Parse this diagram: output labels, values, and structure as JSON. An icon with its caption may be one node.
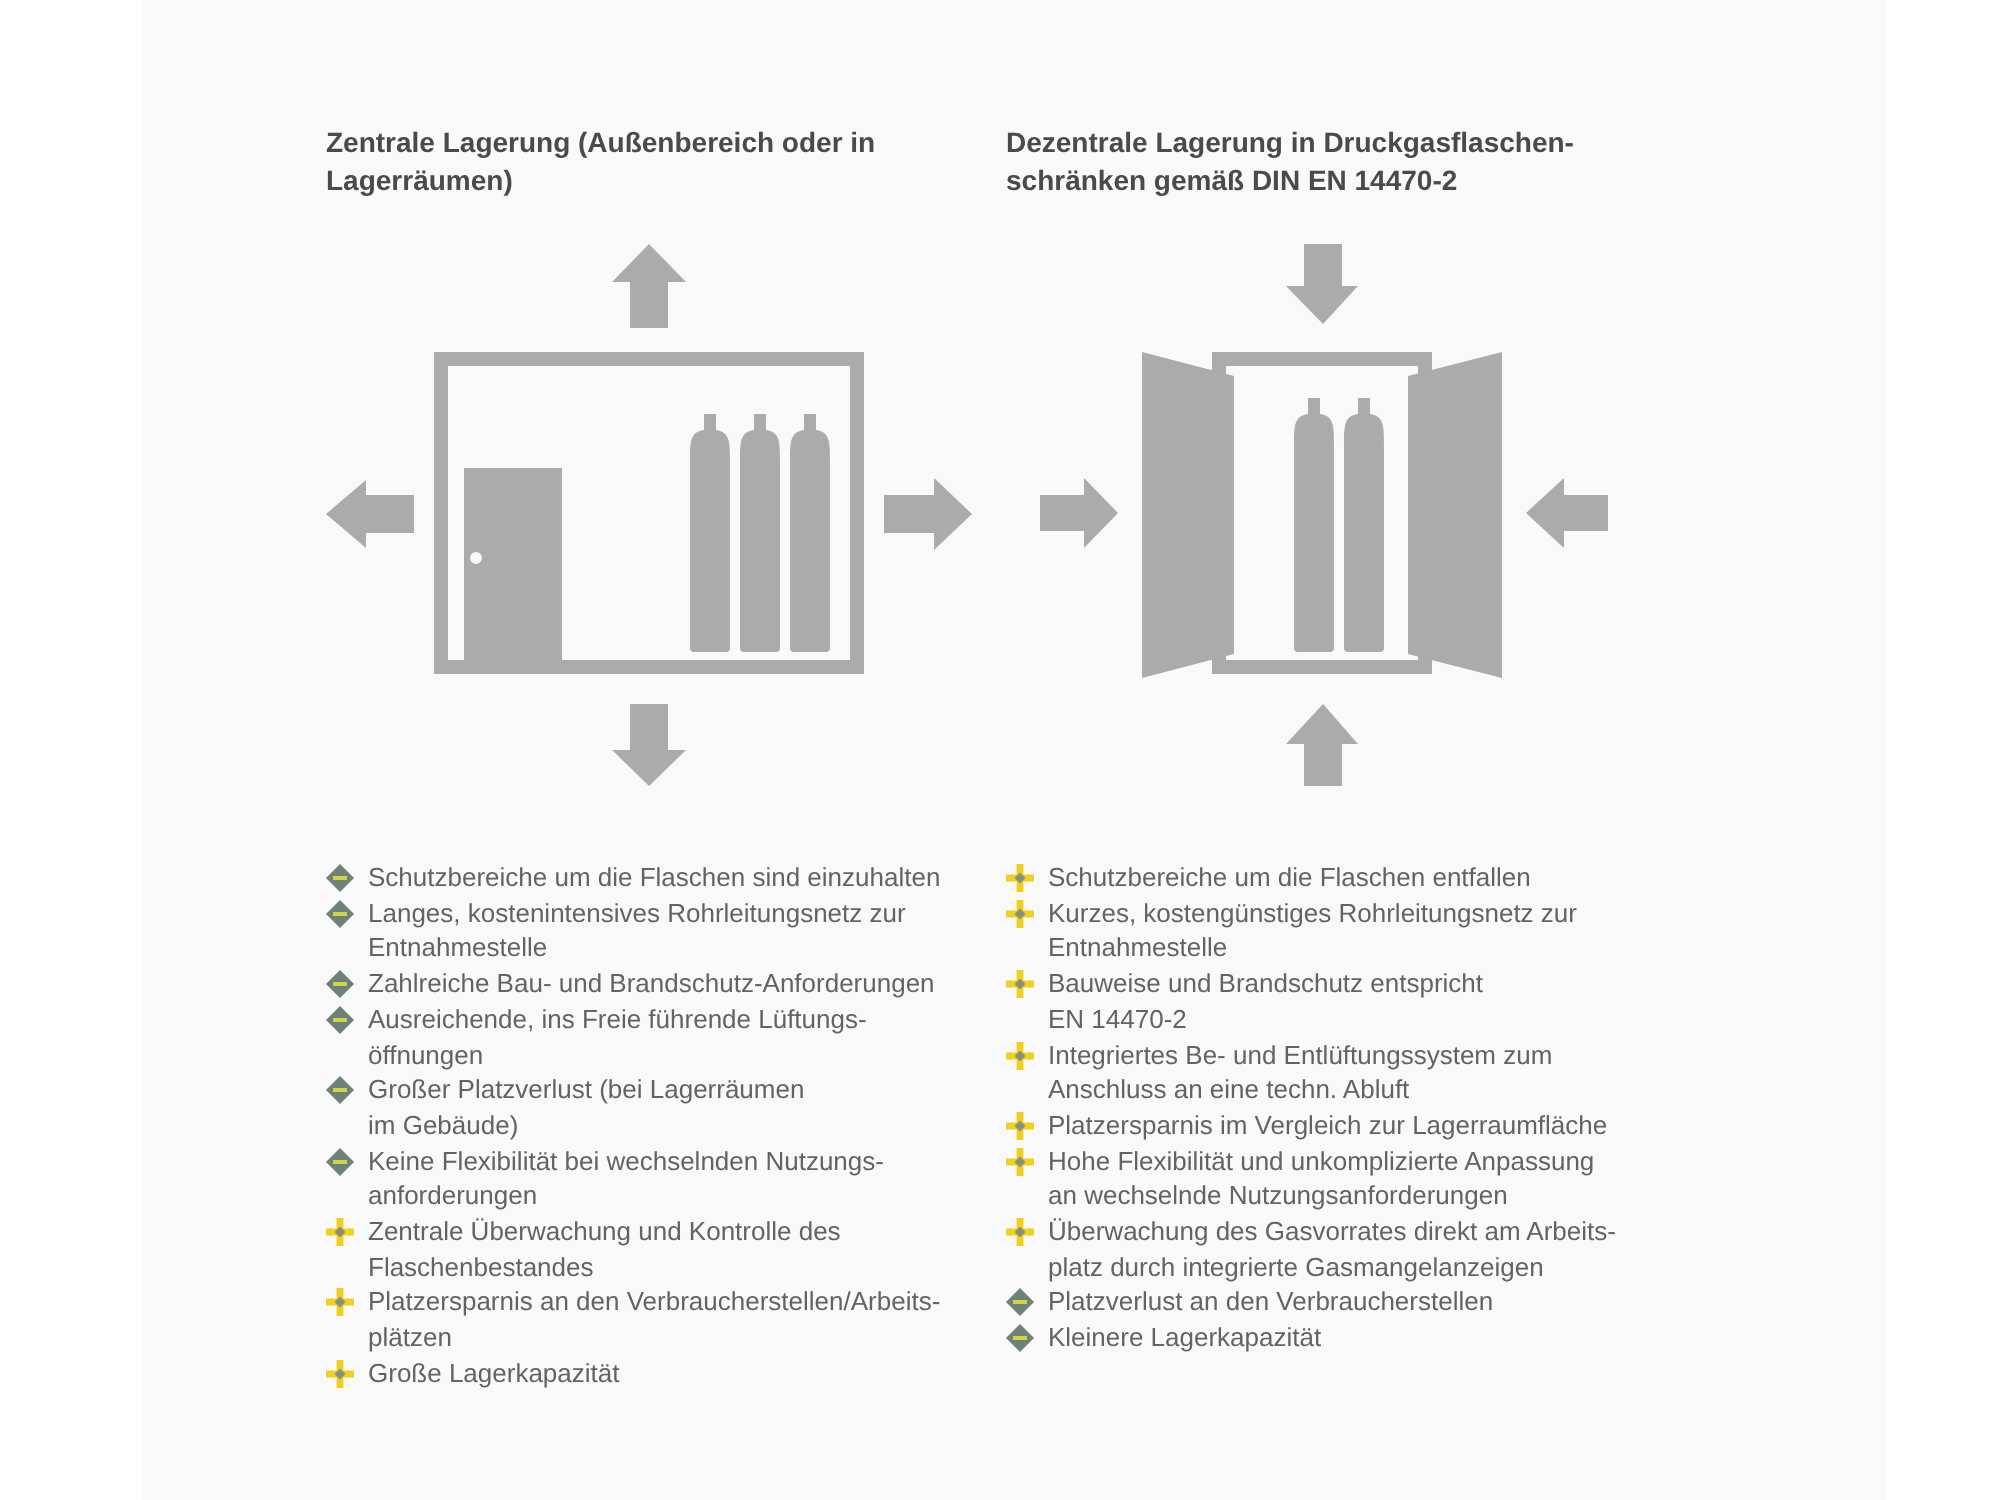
{
  "diagram": {
    "labels": [
      "Zentrale Lagerung (Außenbereich oder in Lagerräumen)",
      "Schutzbereiche um die Flaschen sind einzuhalten",
      "Langes, kostenintensives Rohrleitungsnetz zur Entnahmestelle",
      "Zahlreiche Bau- und Brandschutz-Anforderungen",
      "Ausreichende, ins Freie führende Lüftungs- öffnungen",
      "Großer Platzverlust (bei Lagerräumen im Gebäude)",
      "Keine Flexibilität bei wechselnden Nutzungs- anforderungen",
      "Zentrale Überwachung und Kontrolle des Flaschenbestandes",
      "Platzersparnis an den Verbraucherstellen/Arbeits- plätzen",
      "Große Lagerkapazität",
      "Dezentrale Lagerung in Druckgasflaschen- schränken gemäß DIN EN 14470-2",
      "Schutzbereiche um die Flaschen entfallen",
      "Kurzes, kostengünstiges Rohrleitungsnetz zur Entnahmestelle",
      "Bauweise und Brandschutz entspricht EN 14470-2",
      "Integriertes Be- und Entlüftungssystem zum Anschluss an eine techn. Abluft",
      "Platzersparnis im Vergleich zur Lagerraumfläche",
      "Hohe Flexibilität und unkomplizierte Anpassung an wechselnde Nutzungsanforderungen",
      "Überwachung des Gasvorrates direkt am Arbeits- platz durch integrierte Gasmangelanzeigen",
      "Platzverlust an den Verbraucherstellen",
      "Kleinere Lagerkapazität"
    ]
  }
}
